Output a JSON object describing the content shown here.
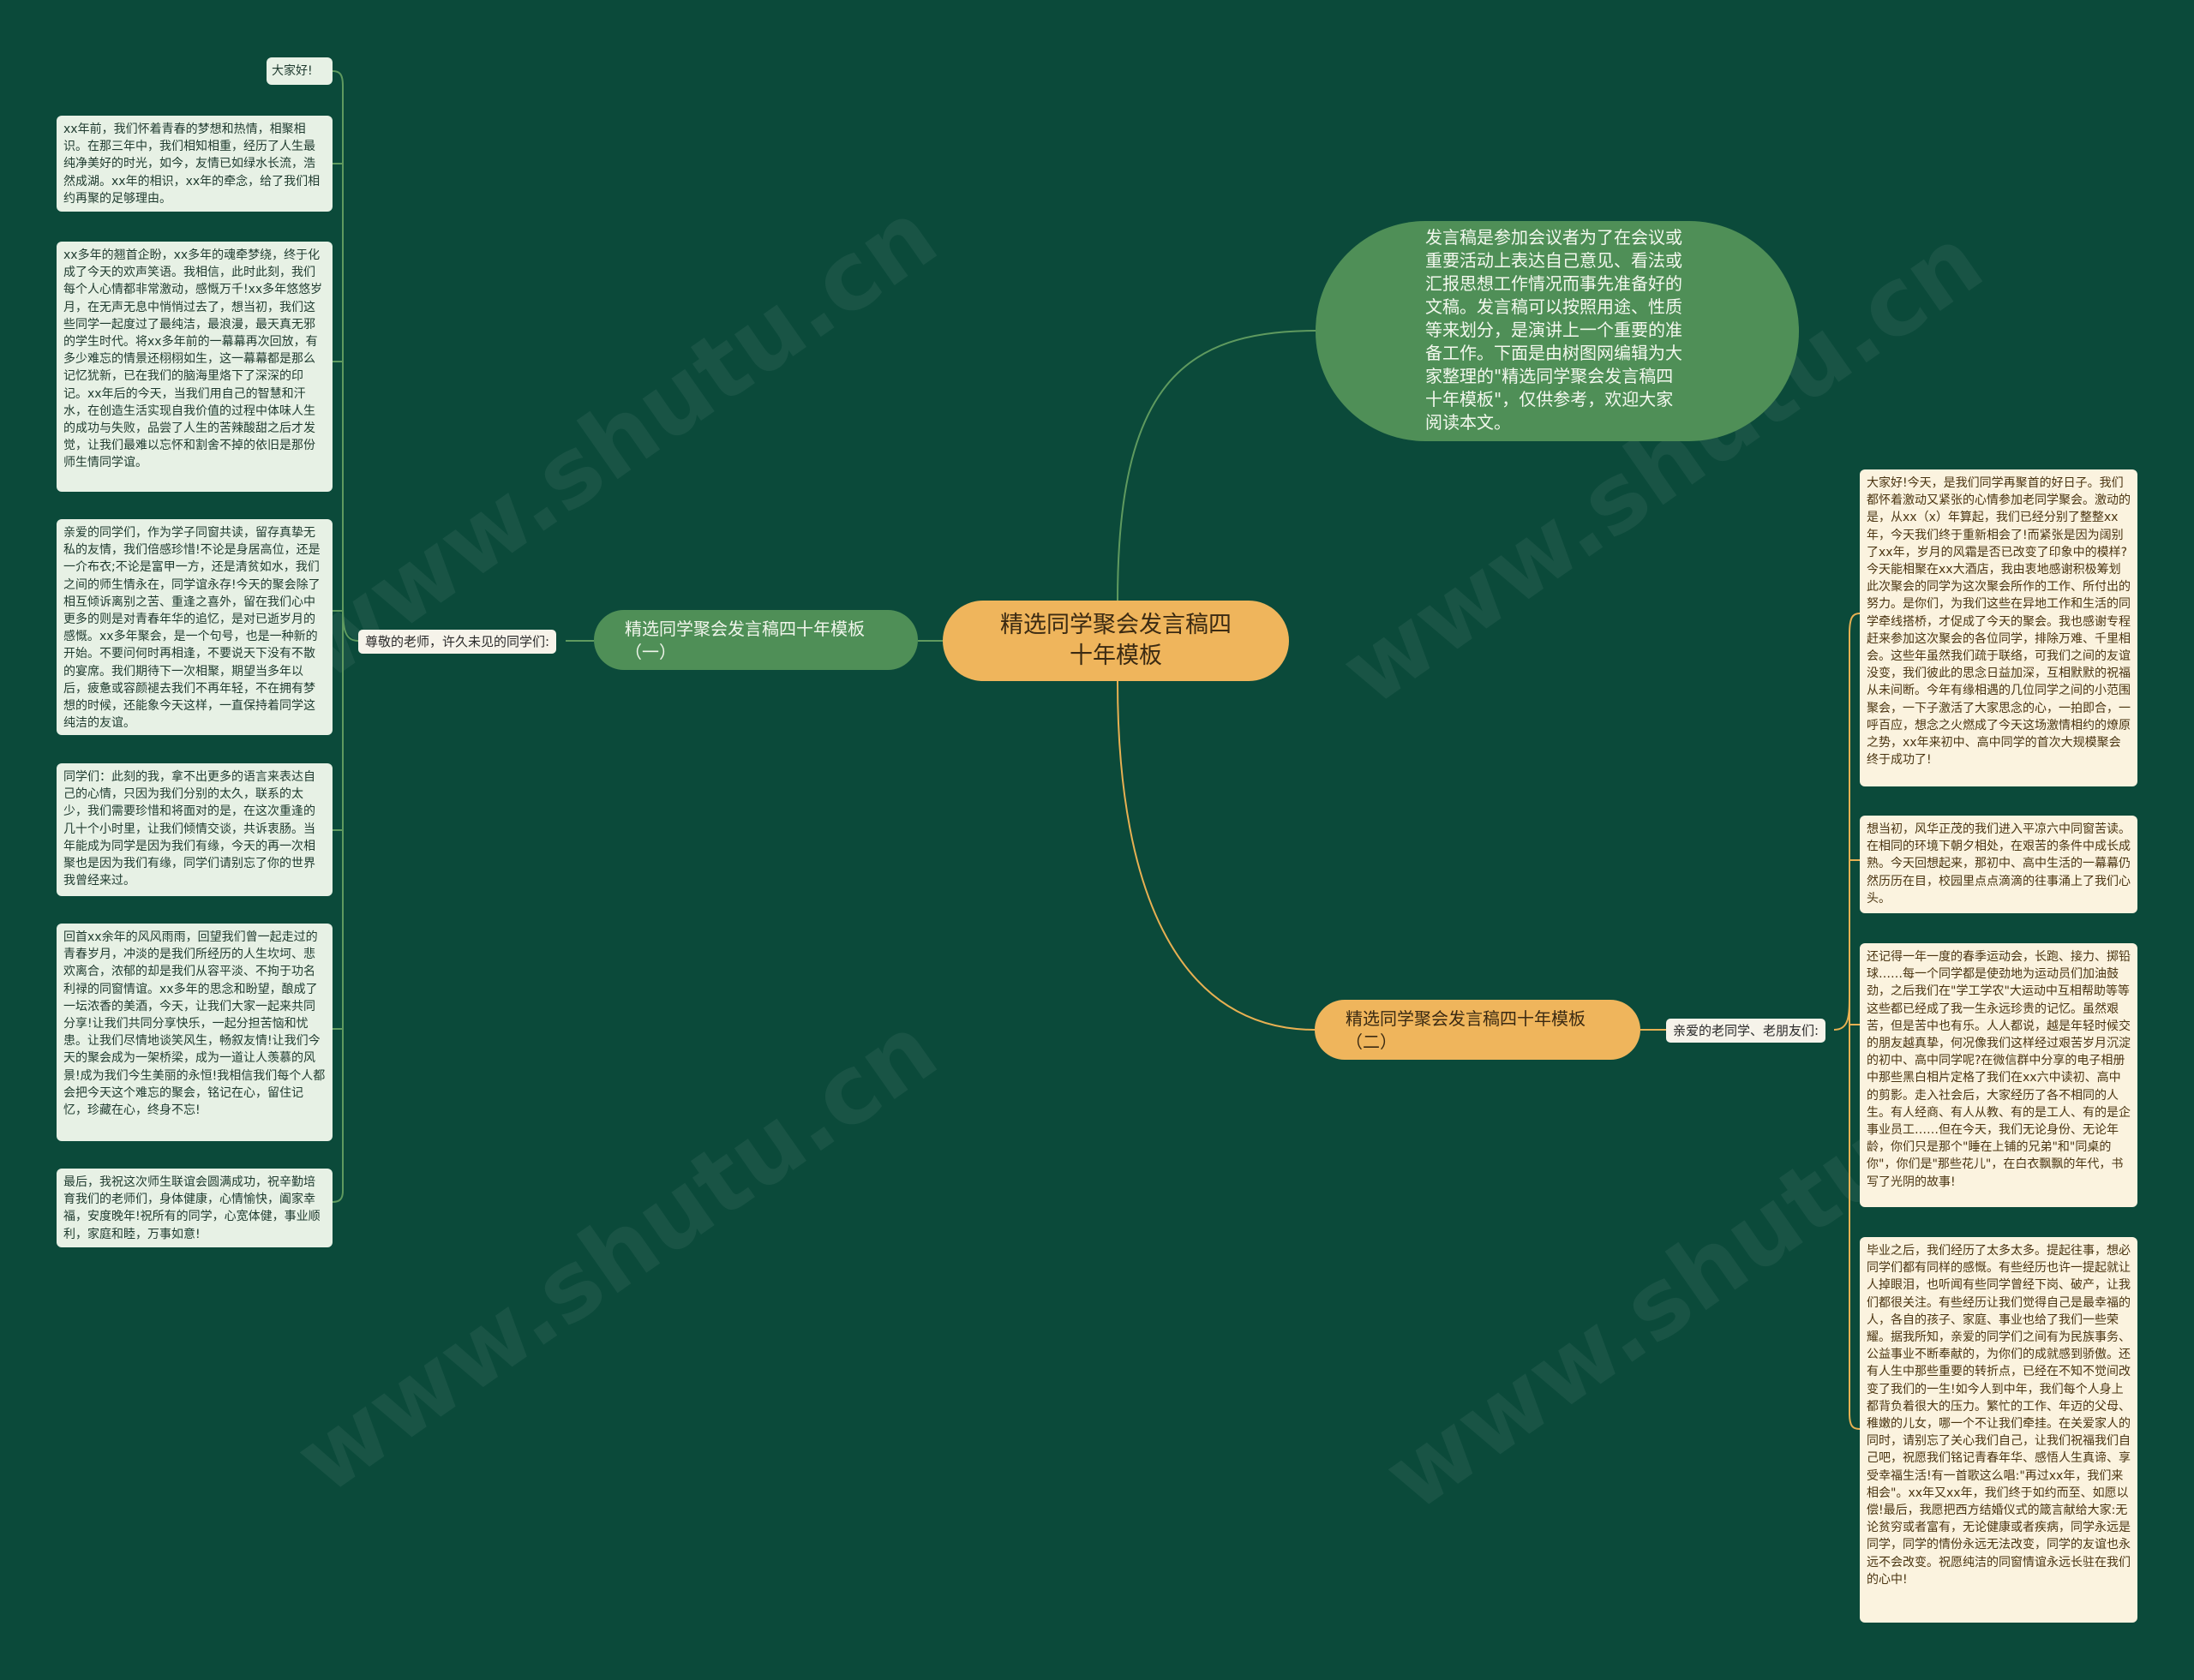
{
  "colors": {
    "background": "#0b4a3a",
    "center_fill": "#efb55c",
    "green_node_fill": "#4f8f57",
    "green_link": "#5f9a5f",
    "gold_link": "#e7b052",
    "left_leaf_fill": "#e7f1e5",
    "right_leaf_fill": "#fbf3df"
  },
  "watermark": "www.shutu.cn",
  "center": "精选同学聚会发言稿四十年模板",
  "intro": "发言稿是参加会议者为了在会议或重要活动上表达自己意见、看法或汇报思想工作情况而事先准备好的文稿。发言稿可以按照用途、性质等来划分，是演讲上一个重要的准备工作。下面是由树图网编辑为大家整理的\"精选同学聚会发言稿四十年模板\"，仅供参考，欢迎大家阅读本文。",
  "branch1": {
    "title": "精选同学聚会发言稿四十年模板（一）",
    "label": "尊敬的老师，许久未见的同学们:",
    "items": [
      "大家好!",
      "xx年前，我们怀着青春的梦想和热情，相聚相识。在那三年中，我们相知相重，经历了人生最纯净美好的时光，如今，友情已如绿水长流，浩然成湖。xx年的相识，xx年的牵念，给了我们相约再聚的足够理由。",
      "xx多年的翘首企盼，xx多年的魂牵梦绕，终于化成了今天的欢声笑语。我相信，此时此刻，我们每个人心情都非常激动，感慨万千!xx多年悠悠岁月，在无声无息中悄悄过去了，想当初，我们这些同学一起度过了最纯洁，最浪漫，最天真无邪的学生时代。将xx多年前的一幕幕再次回放，有多少难忘的情景还栩栩如生，这一幕幕都是那么记忆犹新，已在我们的脑海里烙下了深深的印记。xx年后的今天，当我们用自己的智慧和汗水，在创造生活实现自我价值的过程中体味人生的成功与失败，品尝了人生的苦辣酸甜之后才发觉，让我们最难以忘怀和割舍不掉的依旧是那份师生情同学谊。",
      "亲爱的同学们，作为学子同窗共读，留存真挚无私的友情，我们倍感珍惜!不论是身居高位，还是一介布衣;不论是富甲一方，还是清贫如水，我们之间的师生情永在，同学谊永存!今天的聚会除了相互倾诉离别之苦、重逢之喜外，留在我们心中更多的则是对青春年华的追忆，是对已逝岁月的感慨。xx多年聚会，是一个句号，也是一种新的开始。不要问何时再相逢，不要说天下没有不散的宴席。我们期待下一次相聚，期望当多年以后，疲惫或容颜褪去我们不再年轻，不在拥有梦想的时候，还能象今天这样，一直保持着同学这纯洁的友谊。",
      "同学们：此刻的我，拿不出更多的语言来表达自己的心情，只因为我们分别的太久，联系的太少，我们需要珍惜和将面对的是，在这次重逢的几十个小时里，让我们倾情交谈，共诉衷肠。当年能成为同学是因为我们有缘，今天的再一次相聚也是因为我们有缘，同学们请别忘了你的世界我曾经来过。",
      "回首xx余年的风风雨雨，回望我们曾一起走过的青春岁月，冲淡的是我们所经历的人生坎坷、悲欢离合，浓郁的却是我们从容平淡、不拘于功名利禄的同窗情谊。xx多年的思念和盼望，酿成了一坛浓香的美酒，今天，让我们大家一起来共同分享!让我们共同分享快乐，一起分担苦恼和忧患。让我们尽情地谈笑风生，畅叙友情!让我们今天的聚会成为一架桥梁，成为一道让人羡慕的风景!成为我们今生美丽的永恒!我相信我们每个人都会把今天这个难忘的聚会，铭记在心，留住记忆，珍藏在心，终身不忘!",
      "最后，我祝这次师生联谊会圆满成功，祝辛勤培育我们的老师们，身体健康，心情愉快，阖家幸福，安度晚年!祝所有的同学，心宽体健，事业顺利，家庭和睦，万事如意!"
    ]
  },
  "branch2": {
    "title": "精选同学聚会发言稿四十年模板（二）",
    "label": "亲爱的老同学、老朋友们:",
    "items": [
      "大家好!今天，是我们同学再聚首的好日子。我们都怀着激动又紧张的心情参加老同学聚会。激动的是，从xx（x）年算起，我们已经分别了整整xx年，今天我们终于重新相会了!而紧张是因为阔别了xx年，岁月的风霜是否已改变了印象中的模样?今天能相聚在xx大酒店，我由衷地感谢积极筹划此次聚会的同学为这次聚会所作的工作、所付出的努力。是你们，为我们这些在异地工作和生活的同学牵线搭桥，才促成了今天的聚会。我也感谢专程赶来参加这次聚会的各位同学，排除万难、千里相会。这些年虽然我们疏于联络，可我们之间的友谊没变，我们彼此的思念日益加深，互相默默的祝福从未间断。今年有缘相遇的几位同学之间的小范围聚会，一下子激活了大家思念的心，一拍即合，一呼百应，想念之火燃成了今天这场激情相约的燎原之势，xx年来初中、高中同学的首次大规模聚会终于成功了!",
      "想当初，风华正茂的我们进入平凉六中同窗苦读。在相同的环境下朝夕相处，在艰苦的条件中成长成熟。今天回想起来，那初中、高中生活的一幕幕仍然历历在目，校园里点点滴滴的往事涌上了我们心头。",
      "还记得一年一度的春季运动会，长跑、接力、掷铅球……每一个同学都是使劲地为运动员们加油鼓劲，之后我们在\"学工学农\"大运动中互相帮助等等这些都已经成了我一生永远珍贵的记忆。虽然艰苦，但是苦中也有乐。人人都说，越是年轻时候交的朋友越真挚，何况像我们这样经过艰苦岁月沉淀的初中、高中同学呢?在微信群中分享的电子相册中那些黑白相片定格了我们在xx六中读初、高中的剪影。走入社会后，大家经历了各不相同的人生。有人经商、有人从教、有的是工人、有的是企事业员工……但在今天，我们无论身份、无论年龄，你们只是那个\"睡在上铺的兄弟\"和\"同桌的你\"，你们是\"那些花儿\"，在白衣飘飘的年代，书写了光阴的故事!",
      "毕业之后，我们经历了太多太多。提起往事，想必同学们都有同样的感慨。有些经历也许一提起就让人掉眼泪，也听闻有些同学曾经下岗、破产，让我们都很关注。有些经历让我们觉得自己是最幸福的人，各自的孩子、家庭、事业也给了我们一些荣耀。据我所知，亲爱的同学们之间有为民族事务、公益事业不断奉献的，为你们的成就感到骄傲。还有人生中那些重要的转折点，已经在不知不觉间改变了我们的一生!如今人到中年，我们每个人身上都背负着很大的压力。繁忙的工作、年迈的父母、稚嫩的儿女，哪一个不让我们牵挂。在关爱家人的同时，请别忘了关心我们自己，让我们祝福我们自己吧，祝愿我们铭记青春年华、感悟人生真谛、享受幸福生活!有一首歌这么唱:\"再过xx年，我们来相会\"。xx年又xx年，我们终于如约而至、如愿以偿!最后，我愿把西方结婚仪式的箴言献给大家:无论贫穷或者富有，无论健康或者疾病，同学永远是同学，同学的情份永远无法改变，同学的友谊也永远不会改变。祝愿纯洁的同窗情谊永远长驻在我们的心中!"
    ]
  }
}
